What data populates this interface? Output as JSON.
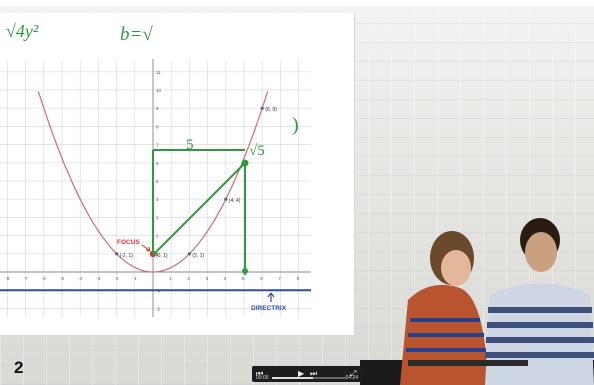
{
  "slide": {
    "number": "2"
  },
  "handwriting": {
    "top_left": "√4y²",
    "top_mid": "b=√",
    "short_side": "5",
    "long_side": "√5",
    "bracket": ")"
  },
  "graph": {
    "x_ticks": [
      "-8",
      "-7",
      "-6",
      "-5",
      "-4",
      "-3",
      "-2",
      "-1",
      "1",
      "2",
      "3",
      "4",
      "5",
      "6",
      "7",
      "8"
    ],
    "y_ticks": [
      "11",
      "10",
      "9",
      "8",
      "7",
      "6",
      "5",
      "4",
      "3",
      "2",
      "1",
      "-1",
      "-2"
    ],
    "points": [
      {
        "label": "(-2, 1)"
      },
      {
        "label": "(0, 1)"
      },
      {
        "label": "(2, 1)"
      },
      {
        "label": "(4, 4)"
      },
      {
        "label": "(6, 9)"
      }
    ],
    "focus_label": "FOCUS",
    "directrix_label": "DIRECTRIX",
    "colors": {
      "parabola": "#d36b6b",
      "directrix": "#2a4fa3",
      "focus": "#e03030",
      "ink": "#2e9a3e"
    }
  },
  "player": {
    "time_left": "00:00",
    "time_right": "04:24",
    "buttons": [
      "prev-icon",
      "play-icon",
      "next-icon",
      "fullscreen-icon"
    ]
  }
}
